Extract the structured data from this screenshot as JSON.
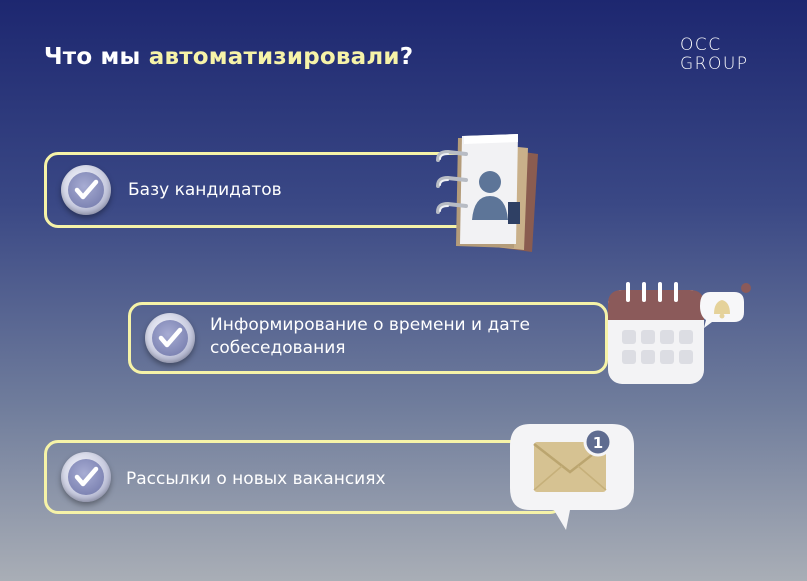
{
  "header": {
    "title_prefix": "Что мы ",
    "title_highlight": "автоматизировали",
    "title_suffix": "?"
  },
  "logo": {
    "line1": "OCC",
    "line2": "GROUP"
  },
  "cards": [
    {
      "label": "Базу кандидатов",
      "icon": "notebook-contact-icon"
    },
    {
      "label_line1": "Информирование о времени и дате",
      "label_line2": "собеседования",
      "icon": "calendar-notification-icon"
    },
    {
      "label": "Рассылки о новых вакансиях",
      "icon": "mail-notification-icon",
      "badge": "1"
    }
  ],
  "colors": {
    "accent": "#f6f3a8",
    "bg_top": "#1d2770",
    "bg_bottom": "#a9aeb6",
    "calendar_band": "#8b5a5a",
    "envelope": "#d6c292"
  }
}
